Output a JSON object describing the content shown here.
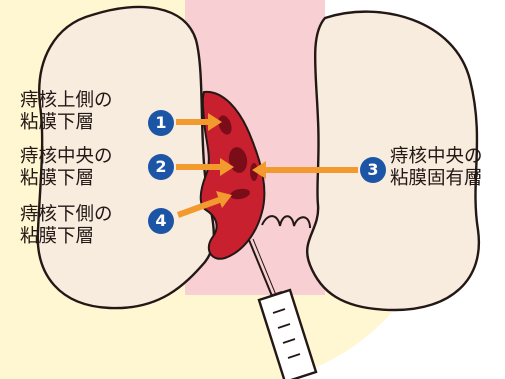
{
  "labels": {
    "l1": {
      "num": "1",
      "line1": "痔核上側の",
      "line2": "粘膜下層"
    },
    "l2": {
      "num": "2",
      "line1": "痔核中央の",
      "line2": "粘膜下層"
    },
    "l3": {
      "num": "3",
      "line1": "痔核中央の",
      "line2": "粘膜固有層"
    },
    "l4": {
      "num": "4",
      "line1": "痔核下側の",
      "line2": "粘膜下層"
    }
  },
  "colors": {
    "background_glow": "#fff6d2",
    "tissue": "#f7ecde",
    "canal": "#f8cfd2",
    "hemorrhoid": "#c8202f",
    "arrow": "#f39a2e",
    "badge": "#1d55a6",
    "syringe": "#ffffff"
  },
  "icons": {
    "needle": "syringe-icon"
  }
}
